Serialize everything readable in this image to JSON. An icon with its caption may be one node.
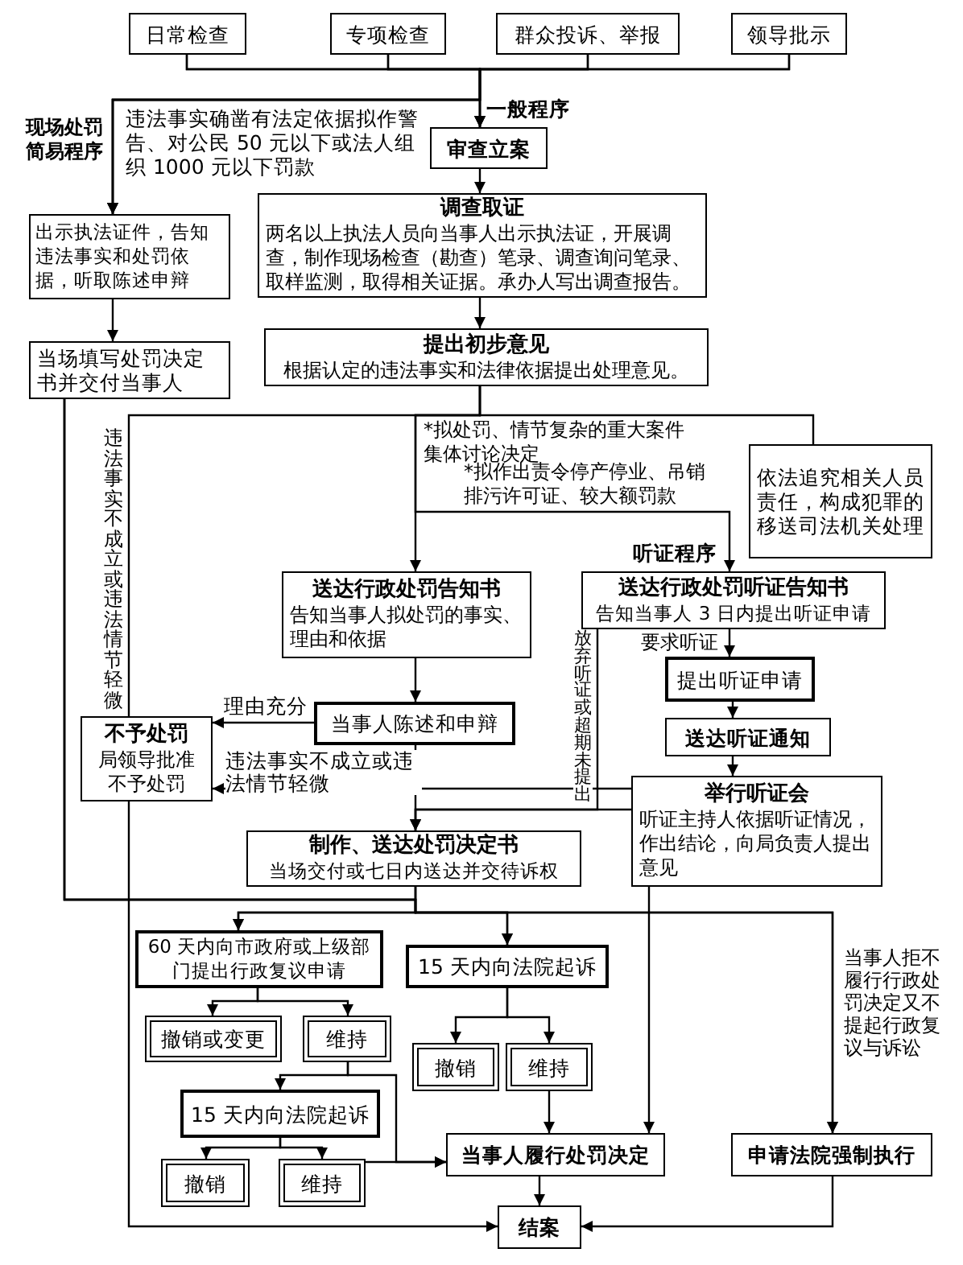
{
  "diagram": {
    "nodes": [
      {
        "text": [
          "日常检查"
        ]
      },
      {
        "text": [
          "专项检查"
        ]
      },
      {
        "text": [
          "群众投诉、举报"
        ]
      },
      {
        "text": [
          "领导批示"
        ]
      },
      {
        "text": [
          "审查立案"
        ]
      },
      {
        "text": [
          "调查取证",
          "两名以上执法人员向当事人出示执法证，开展调查，制作现场检查（勘查）笔录、调查询问笔录、取样监测，取得相关证据。承办人写出调查报告。"
        ]
      },
      {
        "text": [
          "出示执法证件，告知违法事实和处罚依据，听取陈述申辩"
        ]
      },
      {
        "text": [
          "提出初步意见",
          "根据认定的违法事实和法律依据提出处理意见。"
        ]
      },
      {
        "text": [
          "当场填写处罚决定书并交付当事人"
        ]
      },
      {
        "text": [
          "依法追究相关人员责任，构成犯罪的移送司法机关处理"
        ]
      },
      {
        "text": [
          "送达行政处罚告知书",
          "告知当事人拟处罚的事实、理由和依据"
        ]
      },
      {
        "text": [
          "送达行政处罚听证告知书",
          "告知当事人 3 日内提出听证申请"
        ]
      },
      {
        "text": [
          "提出听证申请"
        ]
      },
      {
        "text": [
          "当事人陈述和申辩"
        ]
      },
      {
        "text": [
          "送达听证通知"
        ]
      },
      {
        "text": [
          "不予处罚",
          "局领导批准不予处罚"
        ]
      },
      {
        "text": [
          "举行听证会",
          "听证主持人依据听证情况，作出结论，向局负责人提出意见"
        ]
      },
      {
        "text": [
          "制作、送达处罚决定书",
          "当场交付或七日内送达并交待诉权"
        ]
      },
      {
        "text": [
          "60 天内向市政府或上级部门提出行政复议申请"
        ]
      },
      {
        "text": [
          "15 天内向法院起诉"
        ]
      },
      {
        "text": [
          "撤销或变更"
        ]
      },
      {
        "text": [
          "维持"
        ]
      },
      {
        "text": [
          "撤销"
        ]
      },
      {
        "text": [
          "维持"
        ]
      },
      {
        "text": [
          "15 天内向法院起诉"
        ]
      },
      {
        "text": [
          "撤销"
        ]
      },
      {
        "text": [
          "维持"
        ]
      },
      {
        "text": [
          "当事人履行处罚决定"
        ]
      },
      {
        "text": [
          "申请法院强制执行"
        ]
      },
      {
        "text": [
          "结案"
        ]
      }
    ],
    "edges": [
      {
        "from": 0,
        "to": 4,
        "arrow": "to"
      },
      {
        "from": 1,
        "to": 4,
        "arrow": "to"
      },
      {
        "from": 2,
        "to": 4,
        "arrow": "to"
      },
      {
        "from": 3,
        "to": 4,
        "arrow": "to"
      },
      {
        "from": 0,
        "to": 6,
        "arrow": "to"
      },
      {
        "from": 1,
        "to": 6,
        "arrow": "to"
      },
      {
        "from": 2,
        "to": 6,
        "arrow": "to"
      },
      {
        "from": 3,
        "to": 6,
        "arrow": "to"
      },
      {
        "from": 4,
        "to": 5,
        "arrow": "to"
      },
      {
        "from": 5,
        "to": 7,
        "arrow": "to"
      },
      {
        "from": 6,
        "to": 8,
        "arrow": "to"
      },
      {
        "from": 7,
        "to": 15,
        "arrow": "none",
        "label": "违法事实不成立或违法情节轻微"
      },
      {
        "from": 7,
        "to": 10,
        "arrow": "to"
      },
      {
        "from": 7,
        "to": 9,
        "arrow": "none"
      },
      {
        "from": 7,
        "to": 11,
        "arrow": "to"
      },
      {
        "from": 10,
        "to": 13,
        "arrow": "to"
      },
      {
        "from": 13,
        "to": 15,
        "arrow": "to",
        "label": "理由充分"
      },
      {
        "from": 13,
        "to": 17,
        "arrow": "to"
      },
      {
        "from": 11,
        "to": 12,
        "arrow": "to",
        "label": "要求听证"
      },
      {
        "from": 12,
        "to": 14,
        "arrow": "to"
      },
      {
        "from": 14,
        "to": 16,
        "arrow": "to"
      },
      {
        "from": 16,
        "to": 15,
        "arrow": "to",
        "label": "违法事实不成立或违法情节轻微"
      },
      {
        "from": 16,
        "to": 17,
        "arrow": "to"
      },
      {
        "from": 11,
        "to": 17,
        "arrow": "to",
        "label": "放弃听证或超期未提出"
      },
      {
        "from": 8,
        "to": 18,
        "arrow": "to"
      },
      {
        "from": 8,
        "to": 19,
        "arrow": "to"
      },
      {
        "from": 8,
        "to": 28,
        "arrow": "to"
      },
      {
        "from": 17,
        "to": 18,
        "arrow": "to"
      },
      {
        "from": 17,
        "to": 19,
        "arrow": "to"
      },
      {
        "from": 17,
        "to": 28,
        "arrow": "to",
        "label": "当事人拒不履行行政处罚决定又不提起行政复议与诉讼"
      },
      {
        "from": 16,
        "to": 27,
        "arrow": "to"
      },
      {
        "from": 18,
        "to": 20,
        "arrow": "to"
      },
      {
        "from": 18,
        "to": 21,
        "arrow": "to"
      },
      {
        "from": 21,
        "to": 24,
        "arrow": "to"
      },
      {
        "from": 21,
        "to": 27,
        "arrow": "to"
      },
      {
        "from": 19,
        "to": 22,
        "arrow": "to"
      },
      {
        "from": 19,
        "to": 23,
        "arrow": "to"
      },
      {
        "from": 23,
        "to": 27,
        "arrow": "to"
      },
      {
        "from": 24,
        "to": 25,
        "arrow": "to"
      },
      {
        "from": 24,
        "to": 26,
        "arrow": "to"
      },
      {
        "from": 26,
        "to": 27,
        "arrow": "to"
      },
      {
        "from": 27,
        "to": 29,
        "arrow": "to"
      },
      {
        "from": 28,
        "to": 29,
        "arrow": "to"
      },
      {
        "from": 15,
        "to": 29,
        "arrow": "to"
      }
    ],
    "labels": [
      "现场处罚简易程序",
      "违法事实确凿有法定依据拟作警告、对公民 50 元以下或法人组织 1000 元以下罚款",
      "一般程序",
      "*拟处罚、情节复杂的重大案件集体讨论决定",
      "*拟作出责令停产停业、吊销排污许可证、较大额罚款",
      "听证程序"
    ]
  }
}
